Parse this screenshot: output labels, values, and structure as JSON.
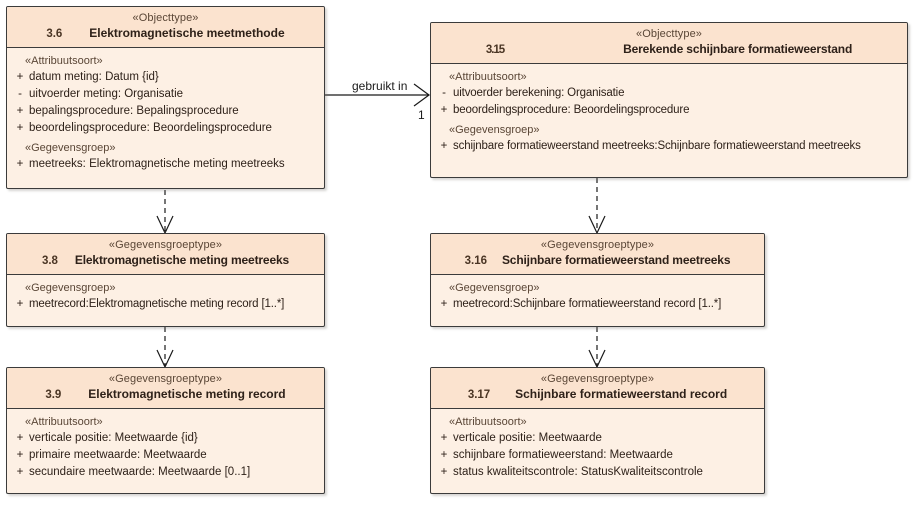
{
  "diagram": {
    "type": "uml-class-diagram",
    "background": "#ffffff",
    "colors": {
      "class_header_fill": "#fbe3cf",
      "class_body_fill": "#fdf0e4",
      "class_border": "#3b3b3b",
      "stereotype_text": "#5a4636",
      "name_text": "#2e2119",
      "connector": "#1a1a1a"
    }
  },
  "classes": {
    "emm": {
      "stereotype": "«Objecttype»",
      "number": "3.6",
      "name": "Elektromagnetische meetmethode",
      "compartments": [
        {
          "group": "«Attribuutsoort»",
          "attributes": [
            {
              "visibility": "+",
              "text": "datum meting: Datum {id}"
            },
            {
              "visibility": "-",
              "text": "uitvoerder meting: Organisatie"
            },
            {
              "visibility": "+",
              "text": "bepalingsprocedure: Bepalingsprocedure"
            },
            {
              "visibility": "+",
              "text": "beoordelingsprocedure: Beoordelingsprocedure"
            }
          ]
        },
        {
          "group": "«Gegevensgroep»",
          "attributes": [
            {
              "visibility": "+",
              "text": "meetreeks: Elektromagnetische meting meetreeks"
            }
          ]
        }
      ]
    },
    "bsf": {
      "stereotype": "«Objecttype»",
      "number": "3.15",
      "name": "Berekende schijnbare formatieweerstand",
      "compartments": [
        {
          "group": "«Attribuutsoort»",
          "attributes": [
            {
              "visibility": "-",
              "text": "uitvoerder berekening: Organisatie"
            },
            {
              "visibility": "+",
              "text": "beoordelingsprocedure: Beoordelingsprocedure"
            }
          ]
        },
        {
          "group": "«Gegevensgroep»",
          "attributes": [
            {
              "visibility": "+",
              "text": "schijnbare formatieweerstand meetreeks:Schijnbare formatieweerstand meetreeks"
            }
          ]
        }
      ]
    },
    "emm_reeks": {
      "stereotype": "«Gegevensgroeptype»",
      "number": "3.8",
      "name": "Elektromagnetische meting meetreeks",
      "compartments": [
        {
          "group": "«Gegevensgroep»",
          "attributes": [
            {
              "visibility": "+",
              "text": "meetrecord:Elektromagnetische meting record [1..*]"
            }
          ]
        }
      ]
    },
    "sf_reeks": {
      "stereotype": "«Gegevensgroeptype»",
      "number": "3.16",
      "name": "Schijnbare formatieweerstand meetreeks",
      "compartments": [
        {
          "group": "«Gegevensgroep»",
          "attributes": [
            {
              "visibility": "+",
              "text": "meetrecord:Schijnbare formatieweerstand record [1..*]"
            }
          ]
        }
      ]
    },
    "emm_record": {
      "stereotype": "«Gegevensgroeptype»",
      "number": "3.9",
      "name": "Elektromagnetische meting record",
      "compartments": [
        {
          "group": "«Attribuutsoort»",
          "attributes": [
            {
              "visibility": "+",
              "text": "verticale positie: Meetwaarde {id}"
            },
            {
              "visibility": "+",
              "text": "primaire meetwaarde: Meetwaarde"
            },
            {
              "visibility": "+",
              "text": "secundaire meetwaarde: Meetwaarde [0..1]"
            }
          ]
        }
      ]
    },
    "sf_record": {
      "stereotype": "«Gegevensgroeptype»",
      "number": "3.17",
      "name": "Schijnbare formatieweerstand record",
      "compartments": [
        {
          "group": "«Attribuutsoort»",
          "attributes": [
            {
              "visibility": "+",
              "text": "verticale positie: Meetwaarde"
            },
            {
              "visibility": "+",
              "text": "schijnbare formatieweerstand: Meetwaarde"
            },
            {
              "visibility": "+",
              "text": "status kwaliteitscontrole: StatusKwaliteitscontrole"
            }
          ]
        }
      ]
    }
  },
  "connectors": {
    "association": {
      "label": "gebruikt in",
      "target_multiplicity": "1",
      "style": "solid-open-arrow",
      "from": "3.6",
      "to": "3.15"
    },
    "dependencies": [
      {
        "style": "dashed-open-arrow",
        "from": "3.6",
        "to": "3.8"
      },
      {
        "style": "dashed-open-arrow",
        "from": "3.8",
        "to": "3.9"
      },
      {
        "style": "dashed-open-arrow",
        "from": "3.15",
        "to": "3.16"
      },
      {
        "style": "dashed-open-arrow",
        "from": "3.16",
        "to": "3.17"
      }
    ]
  }
}
